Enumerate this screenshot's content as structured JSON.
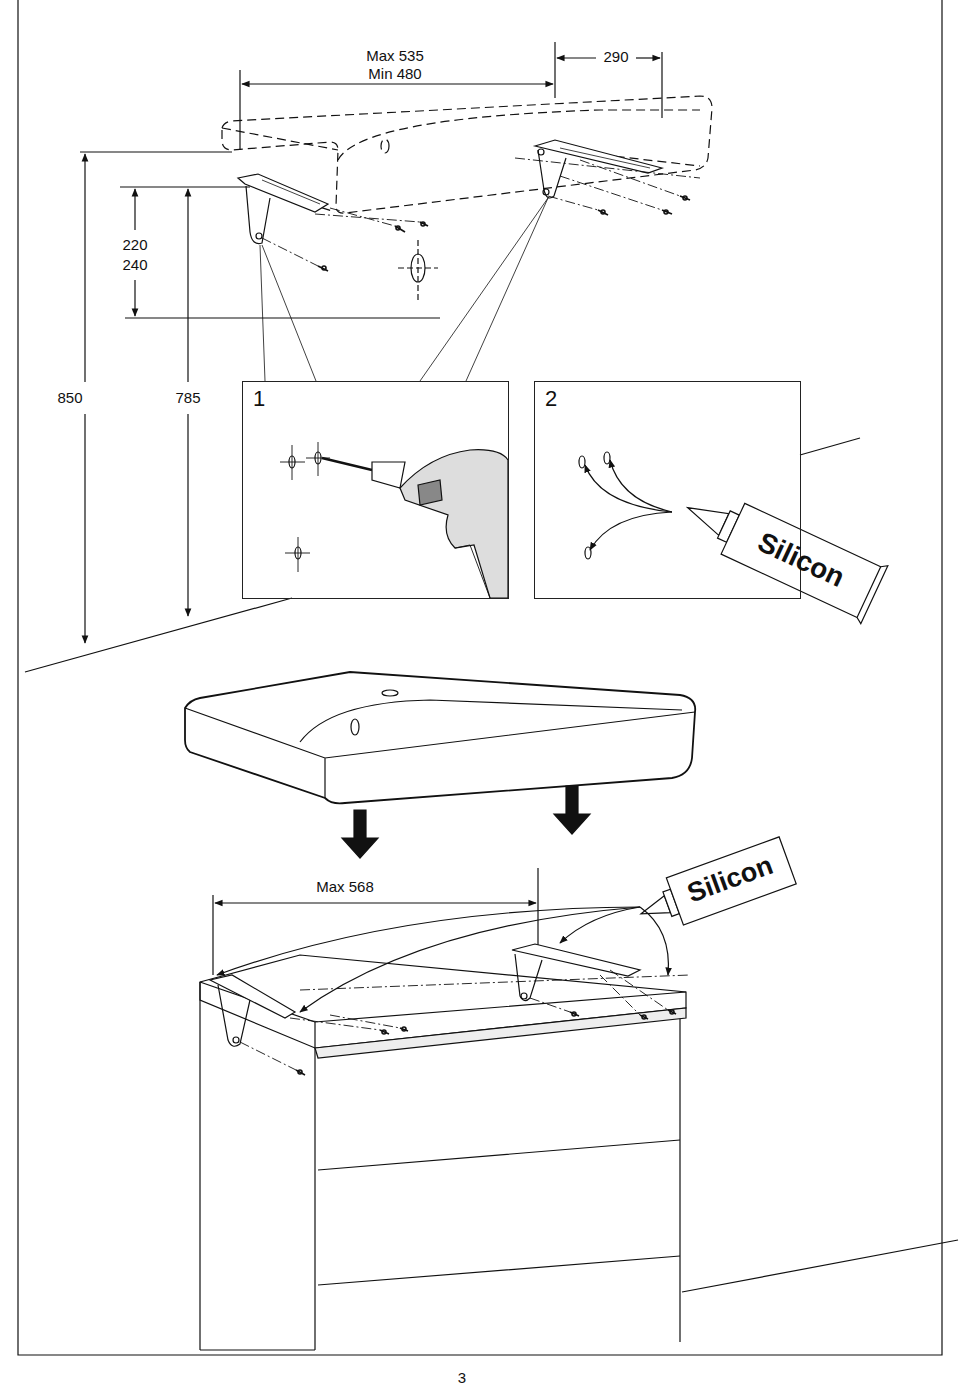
{
  "diagram": {
    "nodes": [
      {
        "text": [
          "1"
        ]
      },
      {
        "text": [
          "2"
        ]
      }
    ],
    "labels": [
      "Max 535",
      "Min 480",
      "290",
      "220",
      "240",
      "850",
      "785",
      "Silicon",
      "Max 568",
      "Silicon",
      "3"
    ]
  }
}
